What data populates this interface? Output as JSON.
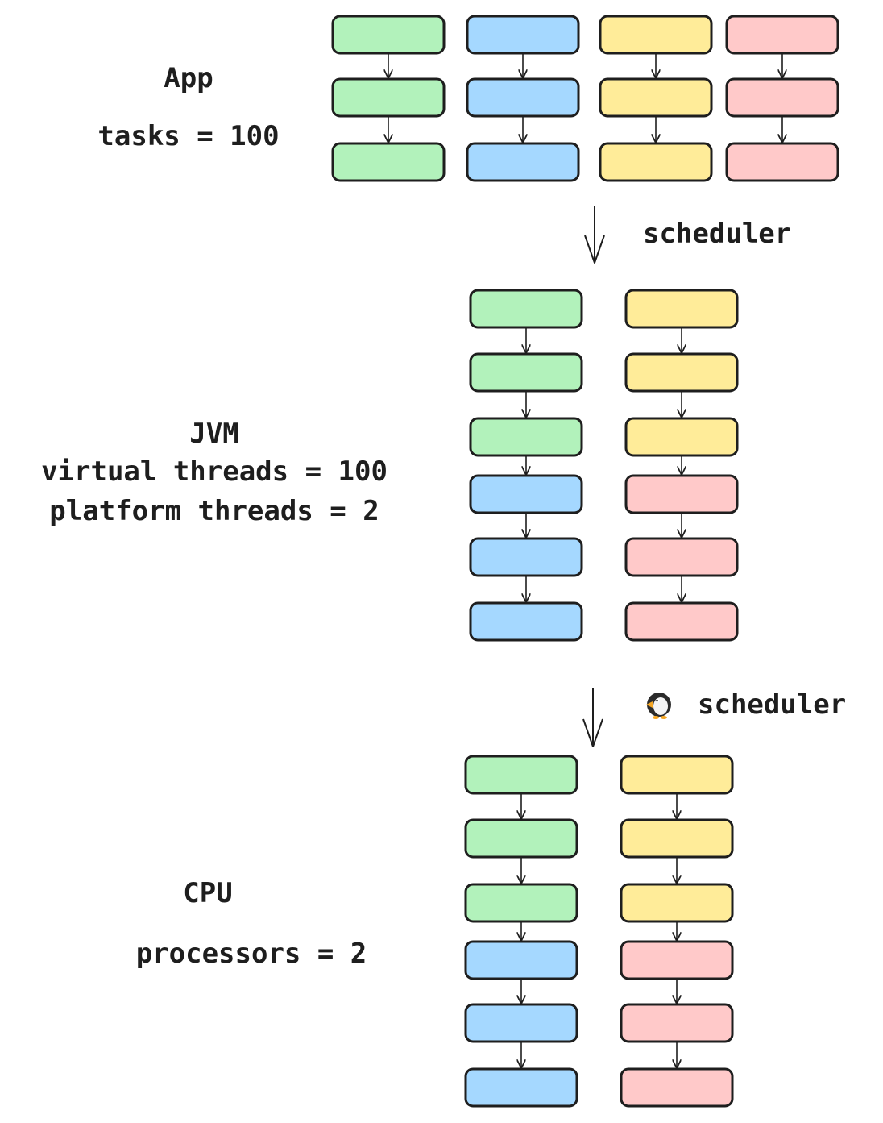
{
  "colors": {
    "green": "#b2f2bb",
    "blue": "#a5d8ff",
    "yellow": "#ffec99",
    "red": "#ffc9c9",
    "stroke": "#1e1e1e"
  },
  "app": {
    "title": "App",
    "tasks": "tasks = 100",
    "columns": [
      [
        "green",
        "green",
        "green"
      ],
      [
        "blue",
        "blue",
        "blue"
      ],
      [
        "yellow",
        "yellow",
        "yellow"
      ],
      [
        "red",
        "red",
        "red"
      ]
    ]
  },
  "scheduler_jvm": {
    "label": "scheduler"
  },
  "jvm": {
    "title": "JVM",
    "virtual_threads": "virtual threads = 100",
    "platform_threads": "platform threads = 2",
    "columns": [
      [
        "green",
        "green",
        "green",
        "blue",
        "blue",
        "blue"
      ],
      [
        "yellow",
        "yellow",
        "yellow",
        "red",
        "red",
        "red"
      ]
    ]
  },
  "scheduler_os": {
    "label": "scheduler",
    "icon": "penguin-icon"
  },
  "cpu": {
    "title": "CPU",
    "processors": "processors = 2",
    "columns": [
      [
        "green",
        "green",
        "green",
        "blue",
        "blue",
        "blue"
      ],
      [
        "yellow",
        "yellow",
        "yellow",
        "red",
        "red",
        "red"
      ]
    ]
  }
}
